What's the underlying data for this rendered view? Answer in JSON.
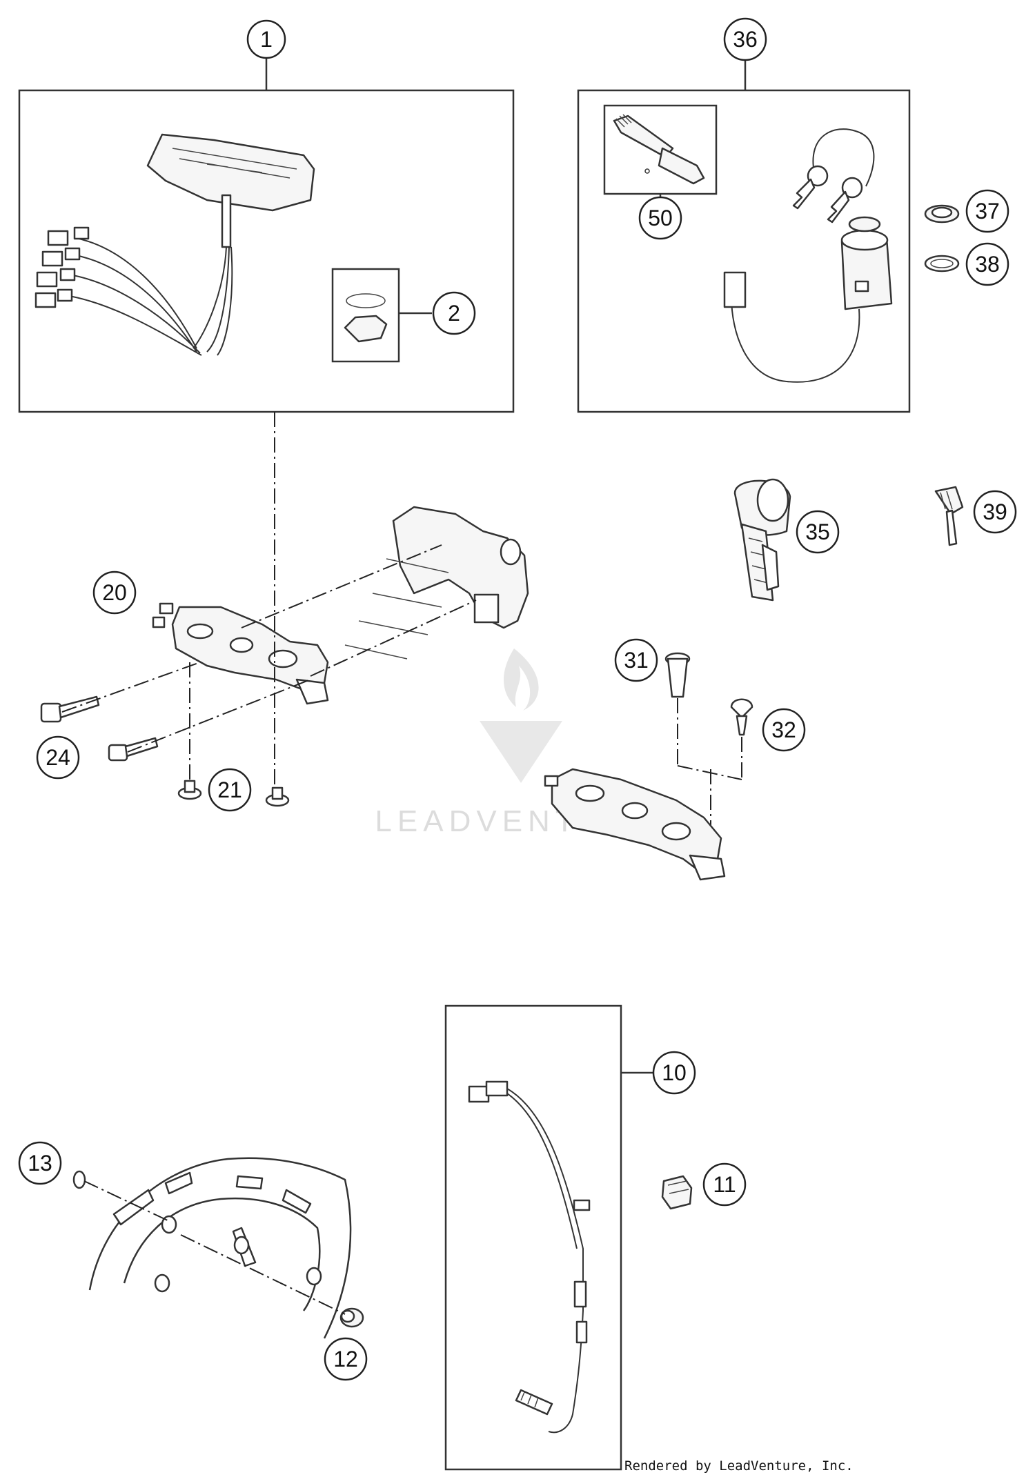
{
  "diagram": {
    "callouts": [
      {
        "id": "c1",
        "label": "1"
      },
      {
        "id": "c2",
        "label": "2"
      },
      {
        "id": "c10",
        "label": "10"
      },
      {
        "id": "c11",
        "label": "11"
      },
      {
        "id": "c12",
        "label": "12"
      },
      {
        "id": "c13",
        "label": "13"
      },
      {
        "id": "c20",
        "label": "20"
      },
      {
        "id": "c21",
        "label": "21"
      },
      {
        "id": "c24",
        "label": "24"
      },
      {
        "id": "c31",
        "label": "31"
      },
      {
        "id": "c32",
        "label": "32"
      },
      {
        "id": "c35",
        "label": "35"
      },
      {
        "id": "c36",
        "label": "36"
      },
      {
        "id": "c37",
        "label": "37"
      },
      {
        "id": "c38",
        "label": "38"
      },
      {
        "id": "c39",
        "label": "39"
      },
      {
        "id": "c50",
        "label": "50"
      }
    ]
  },
  "watermark": {
    "text": "LEADVENTURE"
  },
  "footer": {
    "credit": "Rendered by LeadVenture, Inc."
  },
  "colors": {
    "line": "#333333",
    "watermark": "#d9d9d9",
    "background": "#ffffff"
  }
}
